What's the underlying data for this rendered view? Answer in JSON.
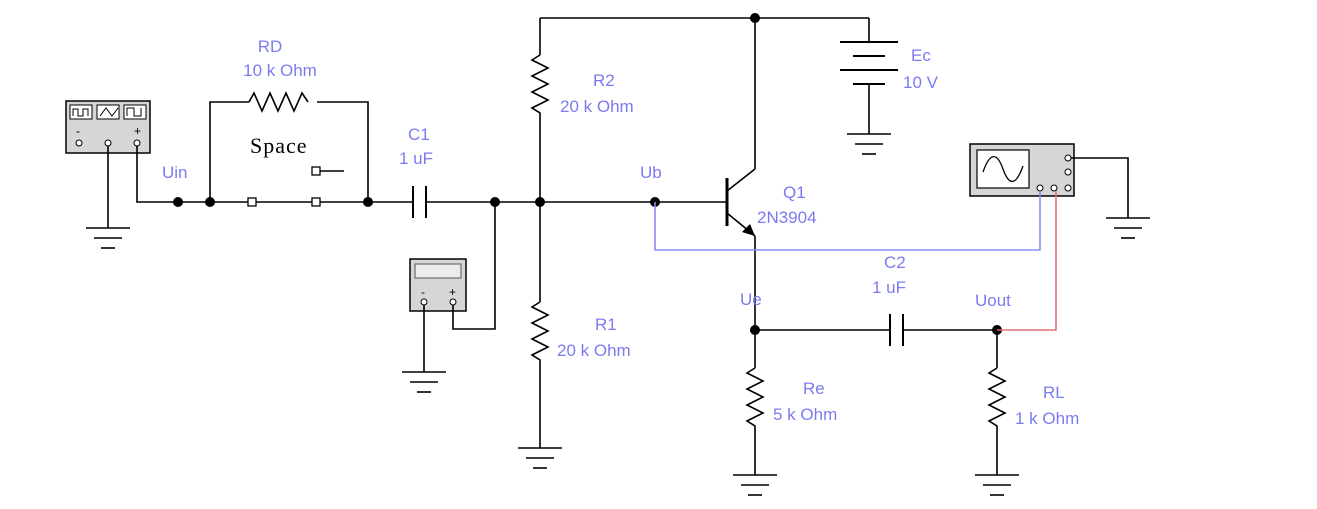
{
  "colors": {
    "wire": "#000000",
    "label": "#7b7bf0",
    "probe_blue": "#8c8cf0",
    "probe_red": "#e07070"
  },
  "components": {
    "rd": {
      "name": "RD",
      "value": "10 k Ohm"
    },
    "switch": {
      "key": "Space"
    },
    "c1": {
      "name": "C1",
      "value": "1 uF"
    },
    "r2": {
      "name": "R2",
      "value": "20 k Ohm"
    },
    "r1": {
      "name": "R1",
      "value": "20 k Ohm"
    },
    "ec": {
      "name": "Ec",
      "value": "10 V"
    },
    "q1": {
      "name": "Q1",
      "value": "2N3904"
    },
    "c2": {
      "name": "C2",
      "value": "1 uF"
    },
    "re": {
      "name": "Re",
      "value": "5 k Ohm"
    },
    "rl": {
      "name": "RL",
      "value": "1 k Ohm"
    }
  },
  "nodes": {
    "uin": "Uin",
    "ub": "Ub",
    "ue": "Ue",
    "uout": "Uout"
  },
  "instruments": {
    "function_generator": {
      "icon": "function-generator-icon",
      "terminals": [
        "-",
        "o",
        "+"
      ]
    },
    "multimeter": {
      "icon": "multimeter-icon",
      "terminals": [
        "-",
        "+"
      ]
    },
    "oscilloscope": {
      "icon": "oscilloscope-icon"
    }
  }
}
